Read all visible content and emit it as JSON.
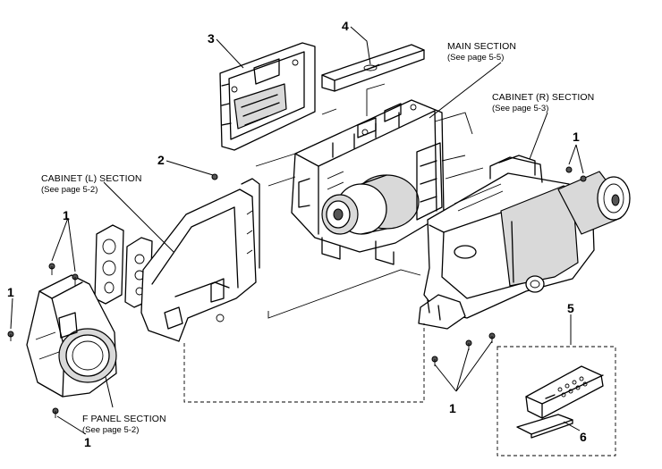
{
  "parts": {
    "p1_fpanel_top": "1",
    "p1_fpanel_left": "1",
    "p1_fpanel_bottom": "1",
    "p1_cabinet_r_top": "1",
    "p1_cabinet_r_bottom": "1",
    "p2": "2",
    "p3": "3",
    "p4": "4",
    "p5": "5",
    "p6": "6"
  },
  "sections": {
    "main": {
      "title": "MAIN SECTION",
      "ref": "(See page 5-5)"
    },
    "cabinet_r": {
      "title": "CABINET (R) SECTION",
      "ref": "(See page 5-3)"
    },
    "cabinet_l": {
      "title": "CABINET (L) SECTION",
      "ref": "(See page 5-2)"
    },
    "f_panel": {
      "title": "F PANEL SECTION",
      "ref": "(See page 5-2)"
    }
  }
}
